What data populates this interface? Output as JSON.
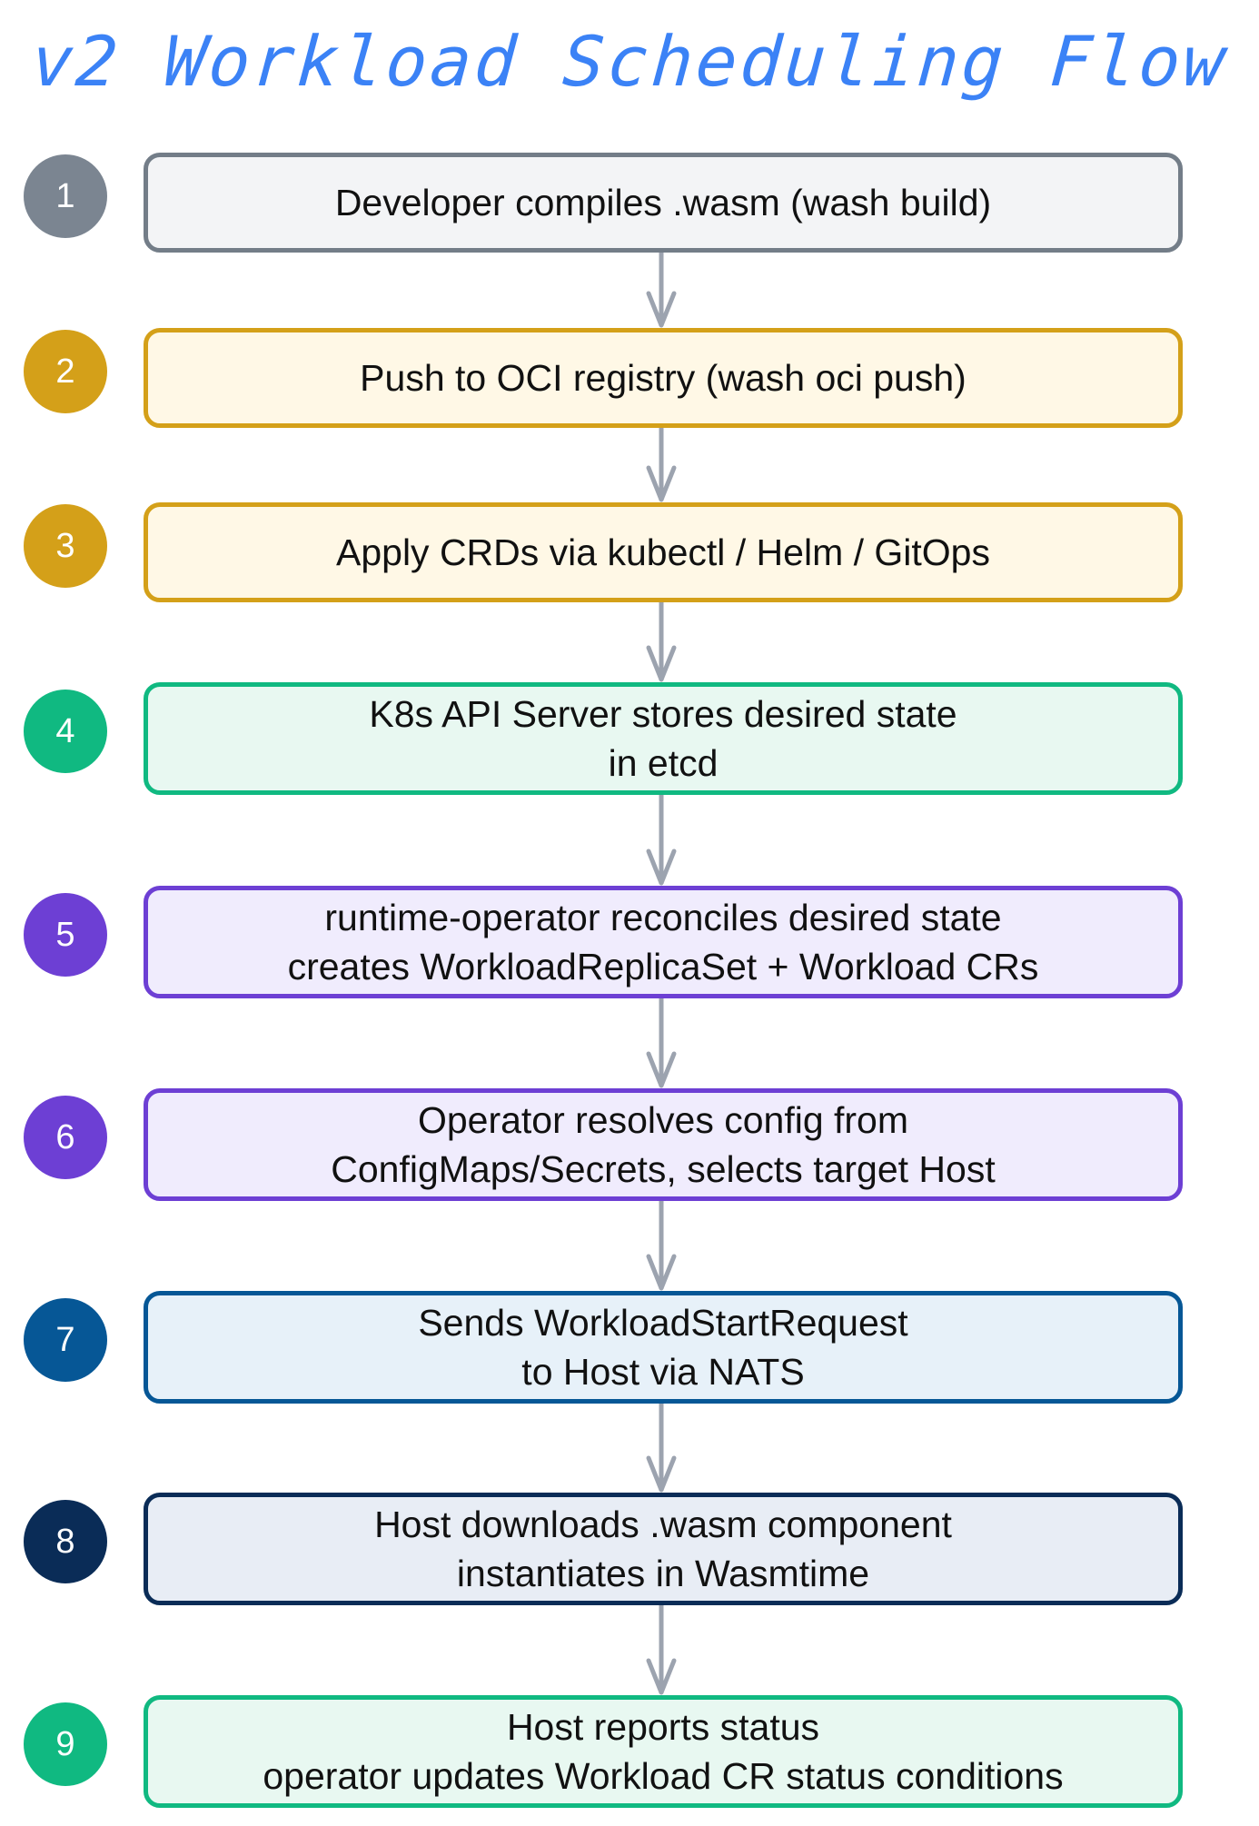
{
  "title": "v2 Workload Scheduling Flow",
  "colors": {
    "title": "#3b82f6",
    "connector": "#9ca3af"
  },
  "steps": [
    {
      "number": "1",
      "lines": [
        "Developer compiles .wasm (wash build)"
      ],
      "badge_color": "#7b8591",
      "border_color": "#737d88",
      "fill_color": "#f3f4f6"
    },
    {
      "number": "2",
      "lines": [
        "Push to OCI registry (wash oci push)"
      ],
      "badge_color": "#d4a019",
      "border_color": "#d4a019",
      "fill_color": "#fff8e6"
    },
    {
      "number": "3",
      "lines": [
        "Apply CRDs via kubectl / Helm / GitOps"
      ],
      "badge_color": "#d4a019",
      "border_color": "#d4a019",
      "fill_color": "#fff8e6"
    },
    {
      "number": "4",
      "lines": [
        "K8s API Server stores desired state",
        "in etcd"
      ],
      "badge_color": "#10b981",
      "border_color": "#10b981",
      "fill_color": "#e8f8f1"
    },
    {
      "number": "5",
      "lines": [
        "runtime-operator reconciles desired state",
        "creates WorkloadReplicaSet + Workload CRs"
      ],
      "badge_color": "#6d3fd4",
      "border_color": "#6d3fd4",
      "fill_color": "#f0ecfd"
    },
    {
      "number": "6",
      "lines": [
        "Operator resolves config from",
        "ConfigMaps/Secrets, selects target Host"
      ],
      "badge_color": "#6d3fd4",
      "border_color": "#6d3fd4",
      "fill_color": "#f0ecfd"
    },
    {
      "number": "7",
      "lines": [
        "Sends WorkloadStartRequest",
        "to Host via NATS"
      ],
      "badge_color": "#065796",
      "border_color": "#065796",
      "fill_color": "#e7f1f9"
    },
    {
      "number": "8",
      "lines": [
        "Host downloads .wasm component",
        "instantiates in Wasmtime"
      ],
      "badge_color": "#0a2c57",
      "border_color": "#0a2c57",
      "fill_color": "#e8edf5"
    },
    {
      "number": "9",
      "lines": [
        "Host reports status",
        "operator updates Workload CR status conditions"
      ],
      "badge_color": "#10b981",
      "border_color": "#10b981",
      "fill_color": "#e8f8f1"
    }
  ]
}
